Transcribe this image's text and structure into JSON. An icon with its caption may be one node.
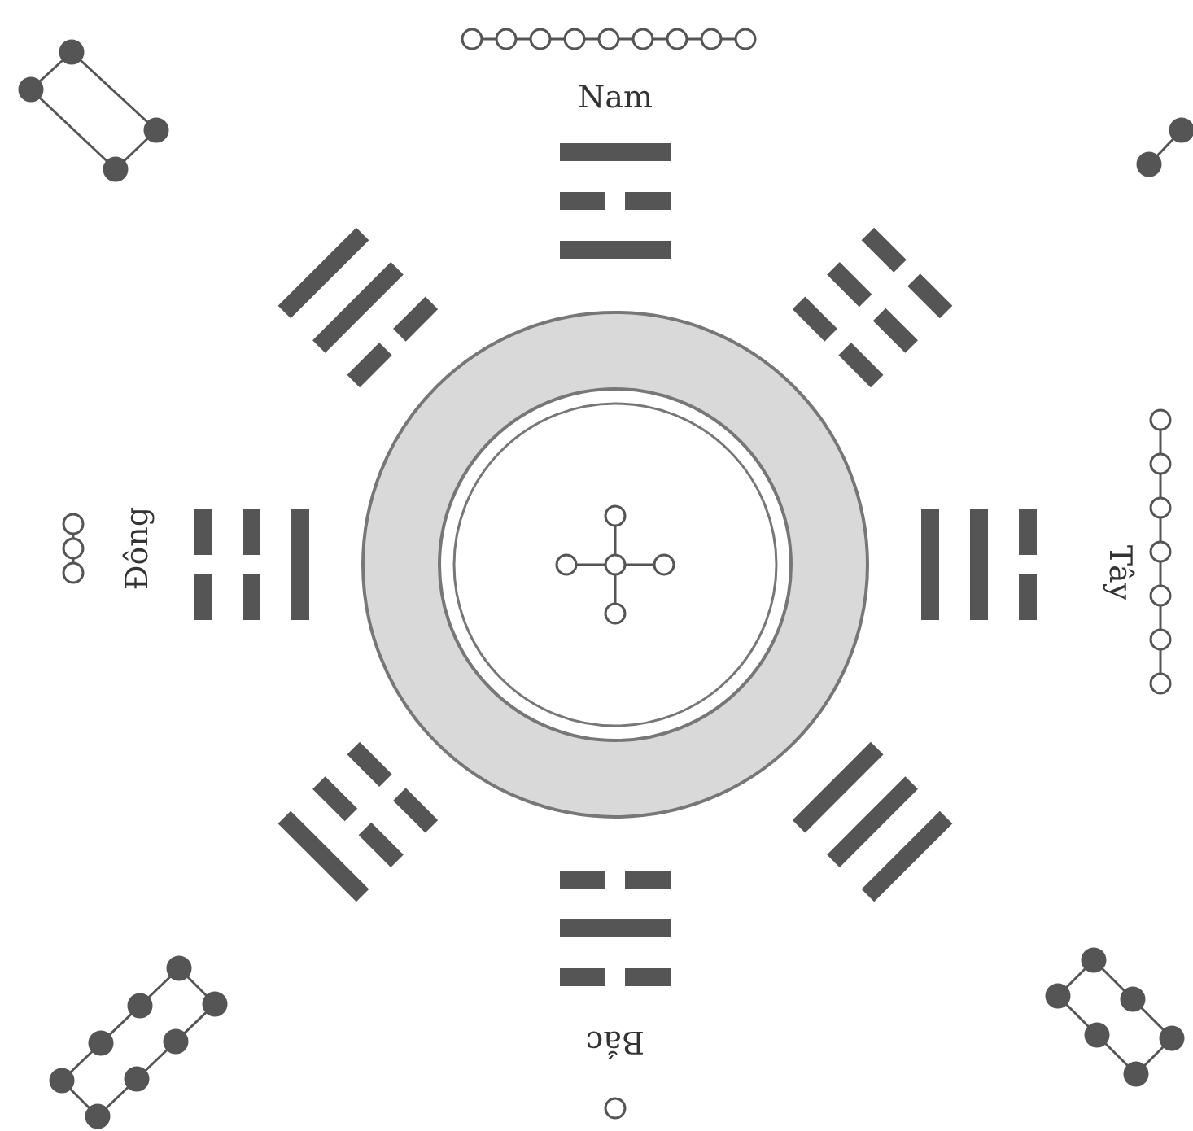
{
  "diagram": {
    "labels": [
      "Nam",
      "Đông",
      "Tây",
      "Bắc"
    ]
  }
}
